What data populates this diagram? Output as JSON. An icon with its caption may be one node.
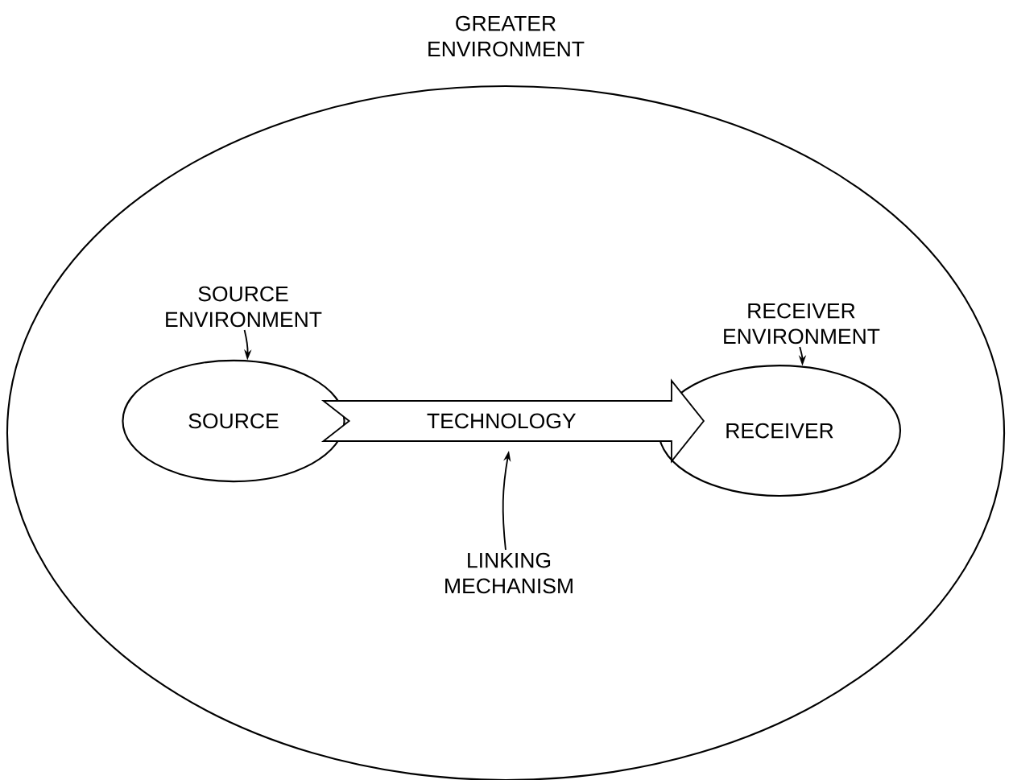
{
  "diagram": {
    "nodes": [
      {
        "text": [
          "GREATER ENVIRONMENT"
        ]
      },
      {
        "text": [
          "SOURCE"
        ],
        "in": 0
      },
      {
        "text": [
          "SOURCE ENVIRONMENT"
        ],
        "in": 0
      },
      {
        "text": [
          "RECEIVER"
        ],
        "in": 0
      },
      {
        "text": [
          "RECEIVER ENVIRONMENT"
        ],
        "in": 0
      },
      {
        "text": [
          "LINKING MECHANISM"
        ],
        "in": 0
      }
    ],
    "edges": [
      {
        "from": 1,
        "to": 3,
        "arrow": "to",
        "label": "TECHNOLOGY",
        "style": "thick"
      },
      {
        "from": 2,
        "to": 1,
        "arrow": "to"
      },
      {
        "from": 4,
        "to": 3,
        "arrow": "to"
      },
      {
        "from": 5,
        "to": null,
        "arrow": "to"
      }
    ]
  }
}
